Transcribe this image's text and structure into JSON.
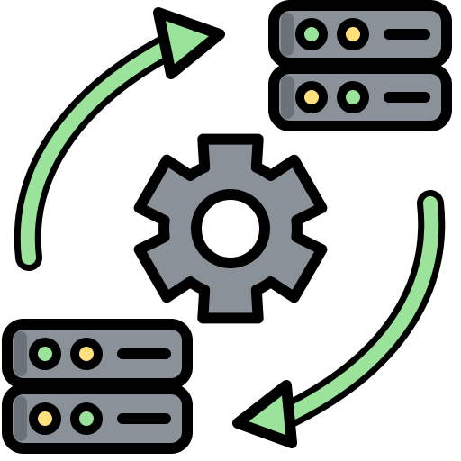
{
  "icon": {
    "concept": "server-sync-settings",
    "elements": [
      "server-stack-top-right-icon",
      "server-stack-bottom-left-icon",
      "gear-icon",
      "sync-arrow-top-left-icon",
      "sync-arrow-bottom-right-icon"
    ]
  },
  "colors": {
    "outline": "#000000",
    "server_body": "#8a9199",
    "server_shadow": "#6b7178",
    "server_highlight": "#b7bcc2",
    "gear_body": "#8a9199",
    "gear_shadow": "#6b7178",
    "arrow_fill": "#9be29a",
    "arrow_highlight": "#c6f3c0",
    "led_green": "#9be29a",
    "led_yellow": "#ffe07d",
    "background": "#ffffff"
  },
  "servers": [
    {
      "position_label": "top-right",
      "units": [
        {
          "leds": [
            "green",
            "yellow"
          ]
        },
        {
          "leds": [
            "yellow",
            "green"
          ]
        }
      ]
    },
    {
      "position_label": "bottom-left",
      "units": [
        {
          "leds": [
            "green",
            "yellow"
          ]
        },
        {
          "leds": [
            "yellow",
            "green"
          ]
        }
      ]
    }
  ]
}
